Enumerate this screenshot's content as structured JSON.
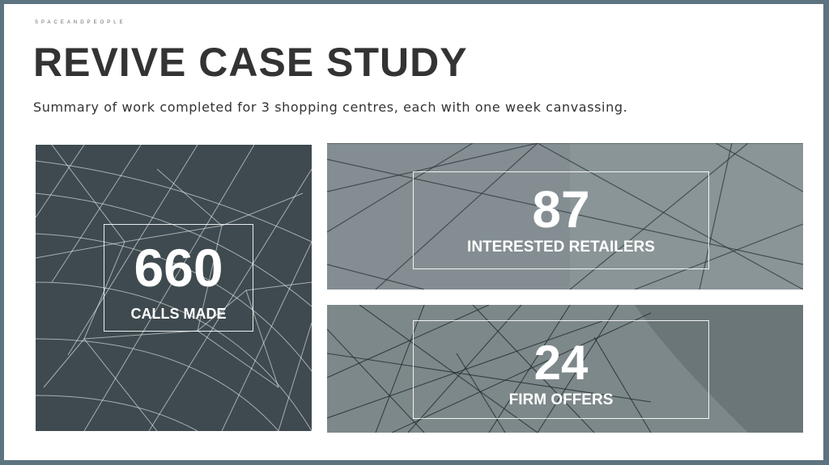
{
  "brand": "SPACEANDPEOPLE",
  "title": "REVIVE CASE STUDY",
  "subtitle": "Summary of work completed for 3 shopping centres, each with one week canvassing.",
  "stats": [
    {
      "value": "660",
      "label": "CALLS MADE"
    },
    {
      "value": "87",
      "label": "INTERESTED RETAILERS"
    },
    {
      "value": "24",
      "label": "FIRM OFFERS"
    }
  ],
  "colors": {
    "border": "#5d7480",
    "title": "#333333",
    "tile_dark": "#3e4a4f",
    "tile_light": "#8a9598",
    "text_on_tile": "#ffffff"
  }
}
